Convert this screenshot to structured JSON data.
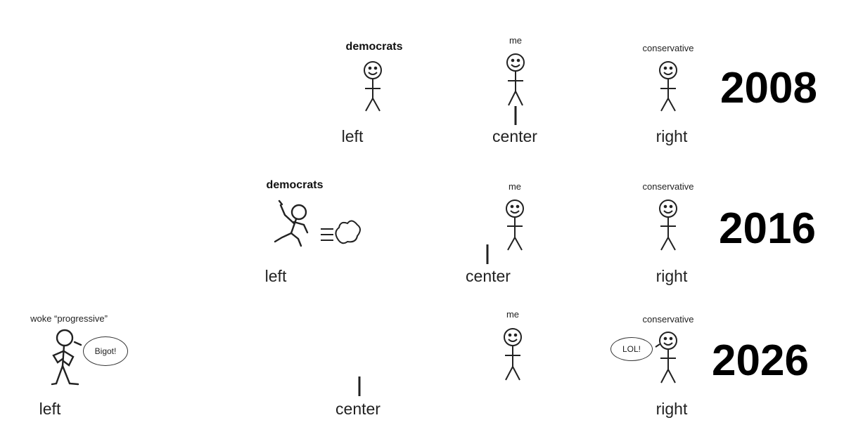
{
  "panels": [
    {
      "year": "2008",
      "axis": {
        "left": "left",
        "center": "center",
        "right": "right"
      },
      "figures": {
        "group": "democrats",
        "me": "me",
        "conservative": "conservative"
      }
    },
    {
      "year": "2016",
      "axis": {
        "left": "left",
        "center": "center",
        "right": "right"
      },
      "figures": {
        "group": "democrats",
        "me": "me",
        "conservative": "conservative"
      }
    },
    {
      "year": "2026",
      "axis": {
        "left": "left",
        "center": "center",
        "right": "right"
      },
      "figures": {
        "group": "woke “progressive”",
        "me": "me",
        "conservative": "conservative"
      },
      "speech": {
        "left": "Bigot!",
        "right": "LOL!"
      }
    }
  ],
  "colors": {
    "left": "#4a78c4",
    "center": "#6a3a6e",
    "right": "#dd4a44",
    "ink": "#222222"
  }
}
